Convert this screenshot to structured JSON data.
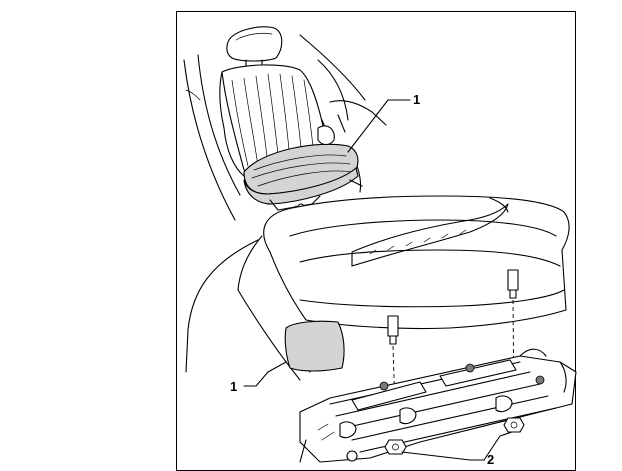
{
  "callouts": {
    "seat_cushion_top": "1",
    "seat_cushion_bottom": "1",
    "mounting_nut": "2"
  },
  "colors": {
    "line": "#000000",
    "highlight_fill": "#d4d4d4",
    "background": "#ffffff"
  }
}
